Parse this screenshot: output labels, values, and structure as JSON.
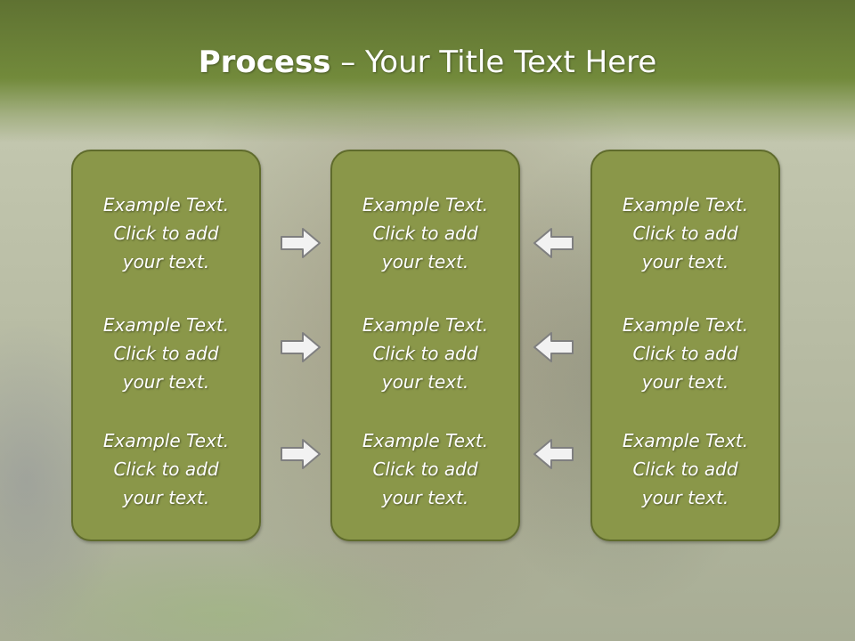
{
  "slide": {
    "title_bold": "Process",
    "title_rest": " – Your Title Text Here"
  },
  "columns": [
    {
      "id": "left",
      "blocks": [
        {
          "line1": "Example Text.",
          "line2": "Click  to add",
          "line3": "your text."
        },
        {
          "line1": "Example Text.",
          "line2": "Click  to add",
          "line3": "your text."
        },
        {
          "line1": "Example Text.",
          "line2": "Click  to add",
          "line3": "your text."
        }
      ]
    },
    {
      "id": "center",
      "blocks": [
        {
          "line1": "Example Text.",
          "line2": "Click  to add",
          "line3": "your text."
        },
        {
          "line1": "Example Text.",
          "line2": "Click  to add",
          "line3": "your text."
        },
        {
          "line1": "Example Text.",
          "line2": "Click  to add",
          "line3": "your text."
        }
      ]
    },
    {
      "id": "right",
      "blocks": [
        {
          "line1": "Example Text.",
          "line2": "Click  to add",
          "line3": "your text."
        },
        {
          "line1": "Example Text.",
          "line2": "Click  to add",
          "line3": "your text."
        },
        {
          "line1": "Example Text.",
          "line2": "Click  to add",
          "line3": "your text."
        }
      ]
    }
  ],
  "arrows": {
    "left_to_center": "arrow-right-icon",
    "right_to_center": "arrow-left-icon"
  },
  "colors": {
    "title_bar": "#6b7f38",
    "box_fill": "#8a9749",
    "box_border": "#5f6b2c",
    "arrow_fill": "#f2f2f2",
    "arrow_stroke": "#7f7f7f",
    "text": "#ffffff"
  }
}
